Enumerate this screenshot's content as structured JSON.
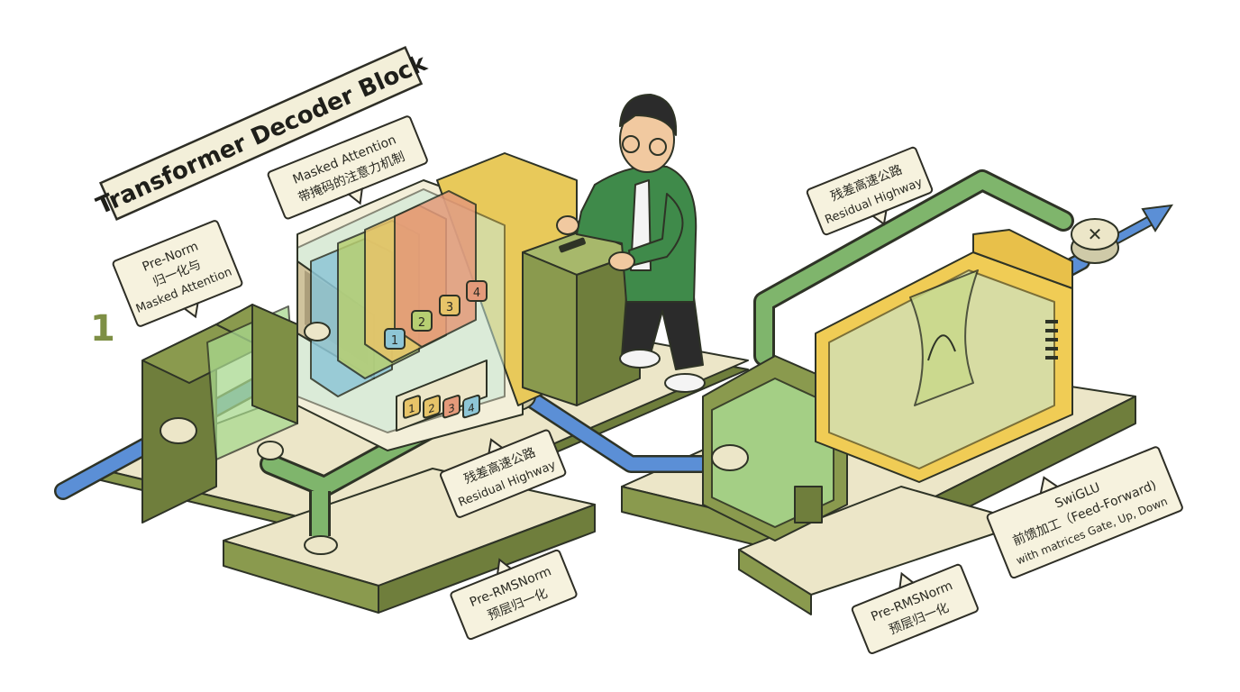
{
  "title": "Transformer Decoder Block",
  "step_number": "1",
  "labels": {
    "pre_norm": {
      "line1": "Pre-Norm",
      "line2": "归一化与",
      "line3": "Masked Attention"
    },
    "masked_attention": {
      "line1": "Masked Attention",
      "line2": "带掩码的注意力机制"
    },
    "residual_top": {
      "line1": "残差高速公路",
      "line2": "Residual Highway"
    },
    "residual_mid": {
      "line1": "残差高速公路",
      "line2": "Residual Highway"
    },
    "pre_rmsnorm_left": {
      "line1": "Pre-RMSNorm",
      "line2": "预层归一化"
    },
    "pre_rmsnorm_right": {
      "line1": "Pre-RMSNorm",
      "line2": "预层归一化"
    },
    "swiglu": {
      "line1": "SwiGLU",
      "line2": "前馈加工（Feed-Forward)",
      "line3": "with matrices Gate, Up, Down"
    }
  },
  "attention_heads": [
    "1",
    "2",
    "3",
    "4"
  ],
  "control_buttons": [
    "1",
    "2",
    "3",
    "4"
  ],
  "colors": {
    "norm_unit": "#8a9a4e",
    "norm_unit_dark": "#6f7e3c",
    "glass_green": "#a9d98f",
    "attention_housing": "#e8c95a",
    "ffn_housing": "#f0cc55",
    "base_plate": "#ece6c8",
    "residual_pipe": "#7fb56c",
    "data_pipe": "#5b8fd6",
    "head_colors": [
      "#8ec6d6",
      "#b7cf72",
      "#e7c469",
      "#e49a7a"
    ]
  }
}
